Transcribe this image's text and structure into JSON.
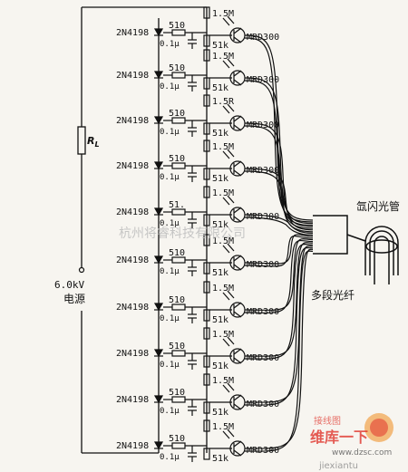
{
  "thyristor_part": "2N4198",
  "series_resistor": "510",
  "gate_capacitor": "0.1μ",
  "gate_resistor": "51k",
  "top_resistor": "1.5M",
  "top_resistor_variant": "1.5R",
  "sensor_part": "MRD300",
  "stage_overrides": {
    "5": {
      "series_resistor": "51."
    }
  },
  "load_resistor": "R",
  "load_resistor_sub": "L",
  "supply_voltage": "6.0kV",
  "supply_label": "电源",
  "flash_tube_label": "氙闪光管",
  "fiber_label": "多段光纤",
  "watermarks": [
    "杭州将睿科技有限公司",
    "维库一下",
    "jiexiantu",
    "www.dzsc.com",
    "接线图"
  ],
  "colors": {
    "ink": "#111111",
    "paper": "#f7f5f0",
    "watermark": "#c9c9c9",
    "logo_red": "#e0342b",
    "logo_orange": "#f08a1c"
  }
}
